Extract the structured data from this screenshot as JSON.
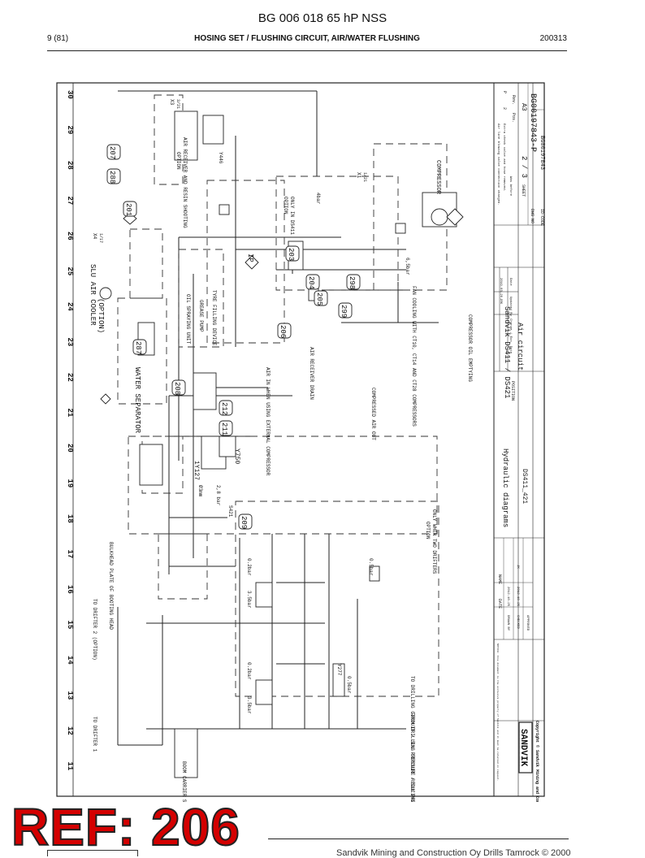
{
  "header": {
    "title": "BG 006 018 65 hP NSS",
    "page": "9 (81)",
    "section": "HOSING SET / FLUSHING CIRCUIT, AIR/WATER FLUSHING",
    "code": "200313"
  },
  "ref_label": "REF: 206",
  "footer": {
    "text": "Sandvik Mining and Construction Oy Drills Tamrock © 2000"
  },
  "grid_numbers": [
    "30",
    "29",
    "28",
    "27",
    "26",
    "25",
    "24",
    "23",
    "22",
    "21",
    "20",
    "19",
    "18",
    "17",
    "16",
    "15",
    "14",
    "13",
    "12",
    "11"
  ],
  "title_block": {
    "company": "SANDVIK",
    "copyright": "Copyright © Sandvik Mining and Construction",
    "doc_title": "Hydraulic diagrams",
    "machine": "Sandvik DS411 / DS421",
    "subtitle": "Air circuit",
    "position_label": "POSITION",
    "doc_code": "DS411_421",
    "name_label": "NAME",
    "date_label": "DATE",
    "drawn_label": "DRAWN BY",
    "drawn_date": "2012-10-25",
    "checked_label": "CHECKED",
    "checked_date": "2012-10-25",
    "checked_name": "JK",
    "approved_label": "APPROVED",
    "sheet_label": "SHEET",
    "sheet_value": "2 / 3",
    "format_label": "Pos.",
    "size": "A3",
    "dwg_label": "DWG NO",
    "dwg_no": "BG00197843-P",
    "idcode_label": "ID-CODE",
    "id_code": "BG00197843",
    "rev_label": "Rev.",
    "rev_value": "P",
    "rev_row_num": "2",
    "rev_note1": "Air line blowing valve connection changed.",
    "rev_note2": "Extra check valve and hose removed.",
    "was_before": "Was before",
    "rev_date": "2019-03-20",
    "rev_by": "JRK",
    "date_head": "Date",
    "by_head": "Updated By",
    "change_head": "Change / Ecn. Date",
    "notice": "NOTICE: this document is the exclusive property of Sandvik and it must be returned on request."
  },
  "labels": {
    "slu_air_cooler": "SLU AIR COOLER",
    "option_paren": "(OPTION)",
    "water_separator": "WATER SEPARATOR",
    "compressor": "COMPRESSOR",
    "option": "OPTION",
    "only_in_ds411": "ONLY IN DS411",
    "air_receiver_and_resin": "AIR RECEIVER AND RESIN SHOOTING",
    "oil_spraying_unit": "OIL SPRAYING UNIT",
    "grease_pump": "GREASE PUMP",
    "tyre_filling": "TYRE FILLING DEVICE",
    "air_receiver_drain": "AIR RECEIVER DRAIN",
    "air_in_ext": "AIR IN WHEN USING EXTERNAL COMPRESSOR",
    "compressed_air_out": "COMPRESSED AIR OUT",
    "fan_cooling": "FAN COOLING WITH CT10, CT14 AND CT28 COMPRESSORS",
    "compressor_oil": "COMPRESSOR OIL EMPTYING",
    "option_two_drifters": "ONLY WHEN TWO DRIFTERS",
    "to_drilling": "TO DRILLING CIRCUIT / SLU PRESSURE REDUCING VALVE PORT 2",
    "from_drilling": "FROM DRILLING CIRCUIT / SLU PRESSURE REDUCING VALVE PORT 1",
    "to_drifter1": "TO DRIFTER 1",
    "to_drifter2": "TO DRIFTER 2 (OPTION)",
    "bulkhead": "BULKHEAD PLATE OF BOOTING HEAD",
    "boom_carrier": "BOOM CARRIER SLU",
    "y1127": "1Y127",
    "y446": "Y446",
    "y750": "Y750",
    "s421": "S421",
    "y277": "Y277",
    "x1": "X1",
    "x1_sub": "1/21",
    "x3": "X3",
    "x3_sub": "3/21",
    "x4": "X4",
    "x4_sub": "1/17",
    "ip": "IP",
    "d3mm": "Ø3mm",
    "p28bar": "2,8 bar",
    "p4bar": "4bar",
    "p65bar": "6,5bar",
    "p02bar": "0.2bar",
    "p35bar": "3.5bar",
    "p05bar": "0.5bar"
  },
  "callouts": [
    "288",
    "207",
    "201",
    "203",
    "204",
    "205",
    "206",
    "287",
    "208",
    "211",
    "212",
    "209",
    "299",
    "298"
  ]
}
